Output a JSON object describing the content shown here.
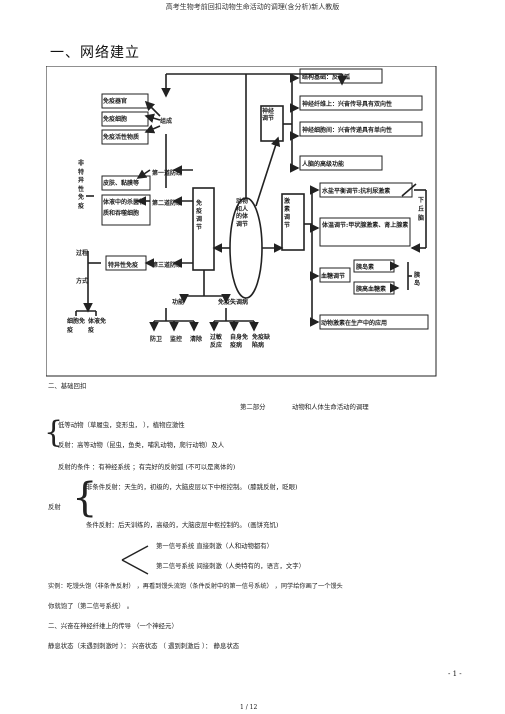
{
  "header": {
    "title": "高考生物考前回扣动物生命活动的调理(含分析)新人教版"
  },
  "section1": {
    "title": "一、网络建立"
  },
  "diagram": {
    "center": "动物和人的体调节",
    "immune": {
      "organs": [
        "免疫器官",
        "免疫细胞",
        "免疫活性物质"
      ],
      "composition": "组成",
      "side_chars": "非特异性免疫",
      "defense_items": [
        "皮肤、黏膜等",
        "体液中的杀菌物质和吞噬细胞"
      ],
      "lines": [
        "第一道防线",
        "第二道防线",
        "第三道防线"
      ],
      "specific": "特异性免疫",
      "process": "过程",
      "method": "方式",
      "methods": [
        "细胞免疫",
        "体液免疫"
      ],
      "regulation": "免疫调节",
      "function": "功能",
      "disorder": "免疫失调病",
      "functions": [
        "防卫",
        "监控",
        "清除"
      ],
      "disorders": [
        "过敏反应",
        "自身免疫病",
        "免疫缺陷病"
      ]
    },
    "nerve": {
      "regulation": "神经调节",
      "items": [
        "结构基础：反射弧",
        "神经纤维上：兴奋传导具有双向性",
        "神经细胞间：兴奋传递具有单向性",
        "人脑的高级功能"
      ]
    },
    "hormone": {
      "regulation": "激素调节",
      "water": "水盐平衡调节:抗利尿激素",
      "temp": "体温调节:甲状腺激素、肾上腺素",
      "glucose": "血糖调节",
      "insulin": "胰岛素",
      "glucagon": "胰高血糖素",
      "hypothalamus": "下丘脑",
      "pancreas": "胰岛",
      "application": "动物激素在生产中的应用"
    }
  },
  "section2": {
    "title": "二、基础回扣",
    "part": "第二部分",
    "part_title": "动物和人体生命活动的调理",
    "lines": [
      "低等动物（草履虫，变形虫，       ），植物应激性",
      "反射：高等动物（昆虫，鱼类，哺乳动物，爬行动物）及人",
      "反射的条件    ：有神经系统     ；有完好的反射弧      (不可以是离体的)",
      "非条件反射：天生的，初级的，大脑皮层以下中枢控制。        (膝跳反射，眨眼)",
      "反射",
      "条件反射：后天训练的，高级的，大脑皮层中枢控制的。        (画饼充饥)",
      "第一信号系统        直接刺激（人和动物都有）",
      "第二信号系统        间接刺激（人类特有的，语言，文字）",
      "实例：吃馒头饱（非条件反射）      ，再看到馒头流饱（条件反射中的第一信号系统）       ，同学给你画了一个馒头",
      "你就饱了（第二信号系统）      。",
      "二、兴奋在神经纤维上的传导      （一个神经元）",
      "静息状态（未遇到刺激时 ）：       兴奋状态 （ 遇到刺激后  ）：           静息状态"
    ]
  },
  "footer": {
    "page_right": "- 1 -",
    "page_bottom": "1 / 12"
  }
}
